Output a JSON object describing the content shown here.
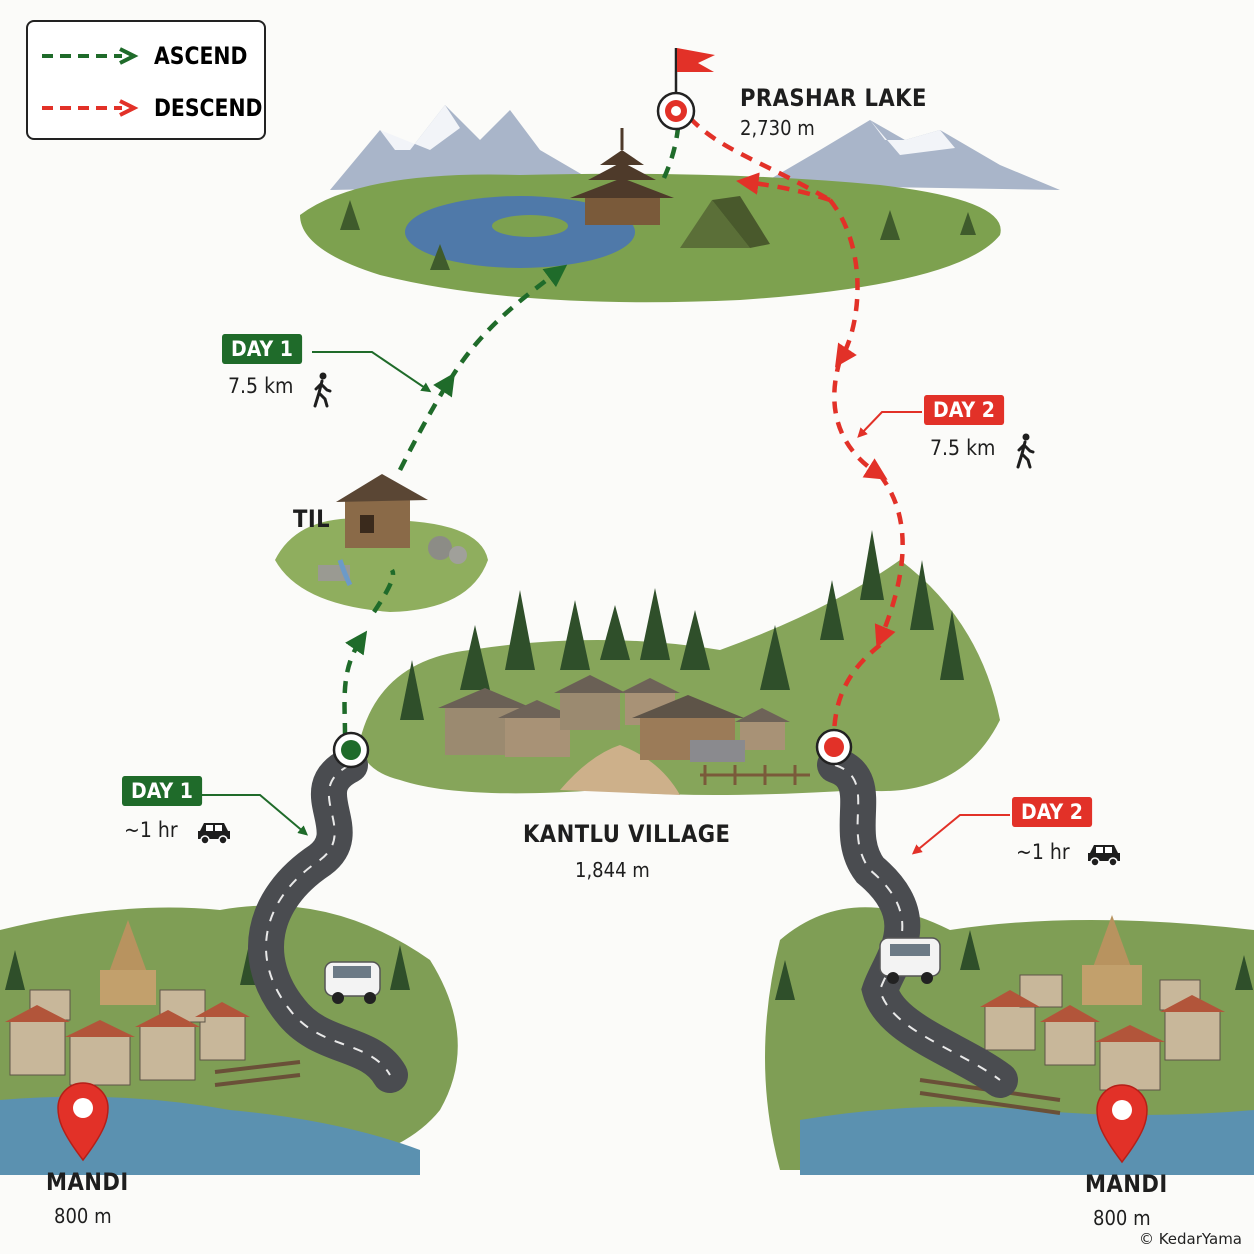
{
  "legend": {
    "ascend_label": "ASCEND",
    "descend_label": "DESCEND",
    "ascend_color": "#1f6b2a",
    "descend_color": "#e23128"
  },
  "places": {
    "summit": {
      "name": "PRASHAR LAKE",
      "elevation": "2,730 m"
    },
    "midpoint": {
      "name": "TIL"
    },
    "base": {
      "name": "KANTLU VILLAGE",
      "elevation": "1,844 m"
    },
    "start_left": {
      "name": "MANDI",
      "elevation": "800 m"
    },
    "start_right": {
      "name": "MANDI",
      "elevation": "800 m"
    }
  },
  "segments": {
    "day1_trek": {
      "day": "DAY 1",
      "detail": "7.5 km",
      "icon": "hiker-icon"
    },
    "day1_drive": {
      "day": "DAY 1",
      "detail": "~1 hr",
      "icon": "car-icon"
    },
    "day2_trek": {
      "day": "DAY 2",
      "detail": "7.5 km",
      "icon": "hiker-icon"
    },
    "day2_drive": {
      "day": "DAY 2",
      "detail": "~1 hr",
      "icon": "car-icon"
    }
  },
  "credit": "© KedarYama"
}
